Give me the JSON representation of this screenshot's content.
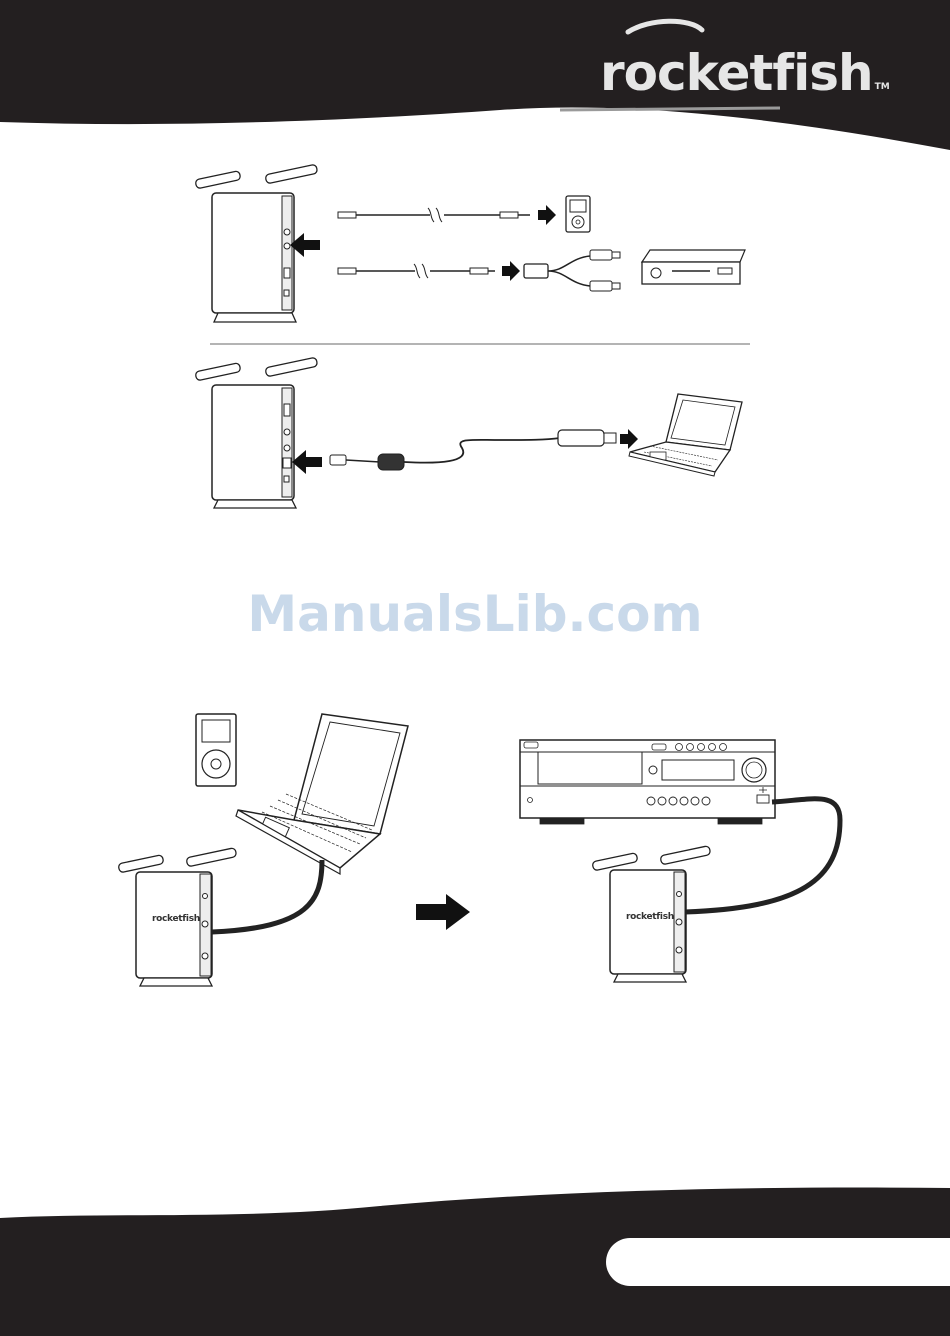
{
  "header": {
    "brand_name": "rocketfish",
    "trademark": "TM",
    "band_color": "#231f20"
  },
  "watermark": {
    "text": "ManualsLib.com",
    "color": "#c9d9ea"
  },
  "device_labels": {
    "transmitter_logo": "rocketfish",
    "receiver_logo": "rocketfish"
  },
  "icons": {
    "insert_arrow": "arrow-right-icon",
    "ipod": "ipod-icon",
    "dvd_player": "dvd-player-icon",
    "laptop": "laptop-icon",
    "av_receiver": "av-receiver-icon",
    "usb": "usb-icon"
  }
}
